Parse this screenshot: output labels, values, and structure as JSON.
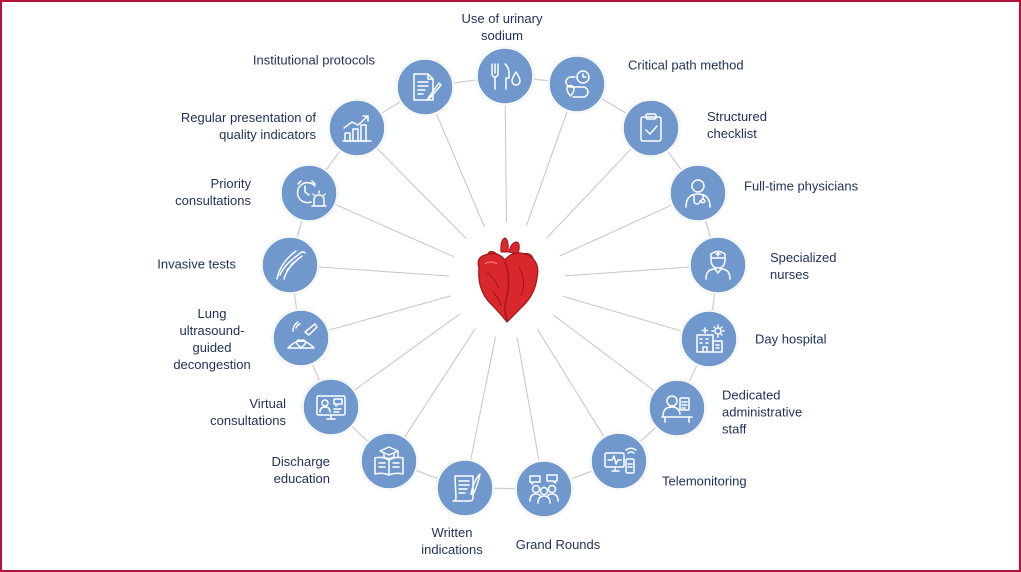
{
  "colors": {
    "frame": "#b5123a",
    "node_fill": "#7098cc",
    "node_stroke": "#ffffff",
    "line": "#c9c9c9",
    "ring": "#cfcfcf",
    "text": "#1f2f57",
    "heart": "#d9282b",
    "heart_dark": "#9e1518"
  },
  "center": {
    "icon": "anatomical-heart-icon"
  },
  "nodes": [
    {
      "id": "urinary-sodium",
      "label": "Use of urinary\nsodium",
      "icon": "fork-knife-droplet-icon"
    },
    {
      "id": "critical-path",
      "label": "Critical path method",
      "icon": "route-clock-icon"
    },
    {
      "id": "structured-checklist",
      "label": "Structured\nchecklist",
      "icon": "clipboard-check-icon"
    },
    {
      "id": "fulltime-physicians",
      "label": "Full-time physicians",
      "icon": "physician-icon"
    },
    {
      "id": "specialized-nurses",
      "label": "Specialized\nnurses",
      "icon": "nurse-icon"
    },
    {
      "id": "day-hospital",
      "label": "Day hospital",
      "icon": "hospital-building-icon"
    },
    {
      "id": "admin-staff",
      "label": "Dedicated\nadministrative\nstaff",
      "icon": "admin-desk-icon"
    },
    {
      "id": "telemonitoring",
      "label": "Telemonitoring",
      "icon": "telemonitoring-devices-icon"
    },
    {
      "id": "grand-rounds",
      "label": "Grand Rounds",
      "icon": "group-discussion-icon"
    },
    {
      "id": "written-indications",
      "label": "Written\nindications",
      "icon": "scroll-quill-icon"
    },
    {
      "id": "discharge-education",
      "label": "Discharge\neducation",
      "icon": "book-graduation-cap-icon"
    },
    {
      "id": "virtual-consultations",
      "label": "Virtual\nconsultations",
      "icon": "video-call-monitor-icon"
    },
    {
      "id": "lung-ultrasound",
      "label": "Lung\nultrasound-\nguided\ndecongestion",
      "icon": "ultrasound-probe-icon"
    },
    {
      "id": "invasive-tests",
      "label": "Invasive tests",
      "icon": "catheter-vessel-icon"
    },
    {
      "id": "priority-consultations",
      "label": "Priority\nconsultations",
      "icon": "clock-alarm-icon"
    },
    {
      "id": "quality-indicators",
      "label": "Regular presentation of\nquality indicators",
      "icon": "bar-chart-trend-icon"
    },
    {
      "id": "institutional-protocols",
      "label": "Institutional protocols",
      "icon": "document-pen-icon"
    }
  ]
}
